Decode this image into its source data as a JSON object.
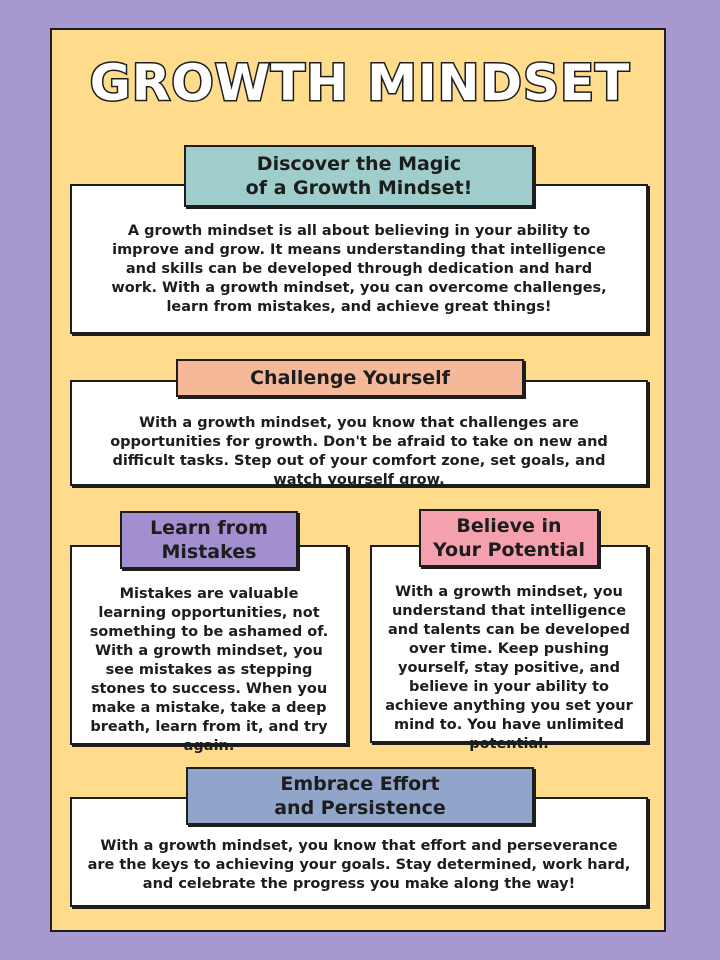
{
  "title": "GROWTH MINDSET",
  "colors": {
    "background": "#a898d0",
    "poster": "#fedc8b",
    "teal": "#9fcdcc",
    "peach": "#f5b99a",
    "purple": "#a38fcf",
    "pink": "#f5a0ae",
    "blue": "#91a5ca"
  },
  "sections": {
    "discover": {
      "heading": "Discover the Magic\nof a Growth Mindset!",
      "body": "A growth mindset is all about believing in your ability to improve and grow. It means understanding that intelligence and skills can be developed through dedication and hard work. With a growth mindset, you can overcome challenges, learn from mistakes, and achieve great things!"
    },
    "challenge": {
      "heading": "Challenge Yourself",
      "body": "With a growth mindset, you know that challenges are opportunities for growth. Don't be afraid to take on new and difficult tasks. Step out of your comfort zone, set goals, and watch yourself grow."
    },
    "mistakes": {
      "heading": "Learn from\nMistakes",
      "body": "Mistakes are valuable learning opportunities, not something to be ashamed of. With a growth mindset, you see mistakes as stepping stones to success. When you make a mistake, take a deep breath, learn from it, and try again."
    },
    "potential": {
      "heading": "Believe in\nYour Potential",
      "body": "With a growth mindset, you understand that intelligence and talents can be developed over time. Keep pushing yourself, stay positive, and believe in your ability to achieve anything you set your mind to. You have unlimited potential."
    },
    "effort": {
      "heading": "Embrace Effort\nand Persistence",
      "body": "With a growth mindset, you know that effort and perseverance are the keys to achieving your goals. Stay determined, work hard, and celebrate the progress you make along the way!"
    }
  }
}
